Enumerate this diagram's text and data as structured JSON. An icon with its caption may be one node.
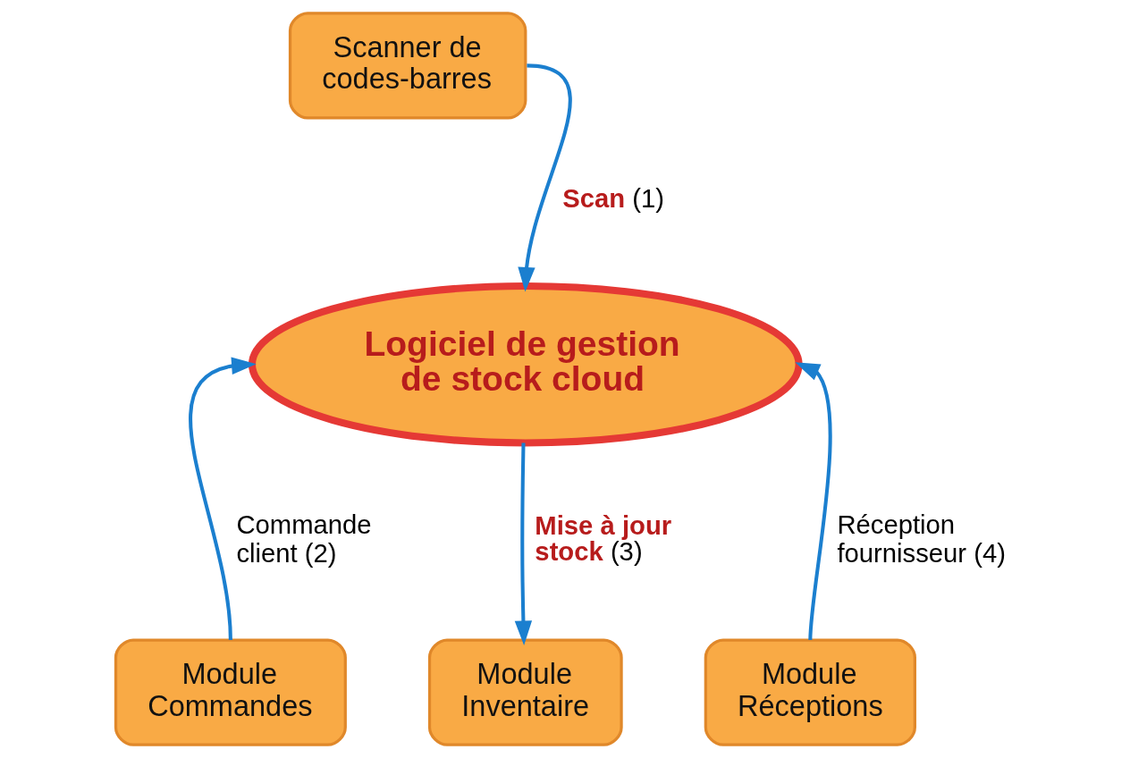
{
  "diagram": {
    "nodes": [
      {
        "text": [
          "Scanner de codes-barres"
        ]
      },
      {
        "text": [
          "Logiciel de gestion de stock cloud"
        ]
      },
      {
        "text": [
          "Module Commandes"
        ]
      },
      {
        "text": [
          "Module Inventaire"
        ]
      },
      {
        "text": [
          "Module Réceptions"
        ]
      }
    ],
    "edges": [
      {
        "from": 0,
        "to": 1,
        "arrow": "to",
        "label": "**Scan** (1)"
      },
      {
        "from": 2,
        "to": 1,
        "arrow": "to",
        "label": "Commande client (2)"
      },
      {
        "from": 1,
        "to": 3,
        "arrow": "to",
        "label": "**Mise à jour stock** (3)"
      },
      {
        "from": 4,
        "to": 1,
        "arrow": "to",
        "label": "Réception fournisseur (4)"
      }
    ]
  }
}
